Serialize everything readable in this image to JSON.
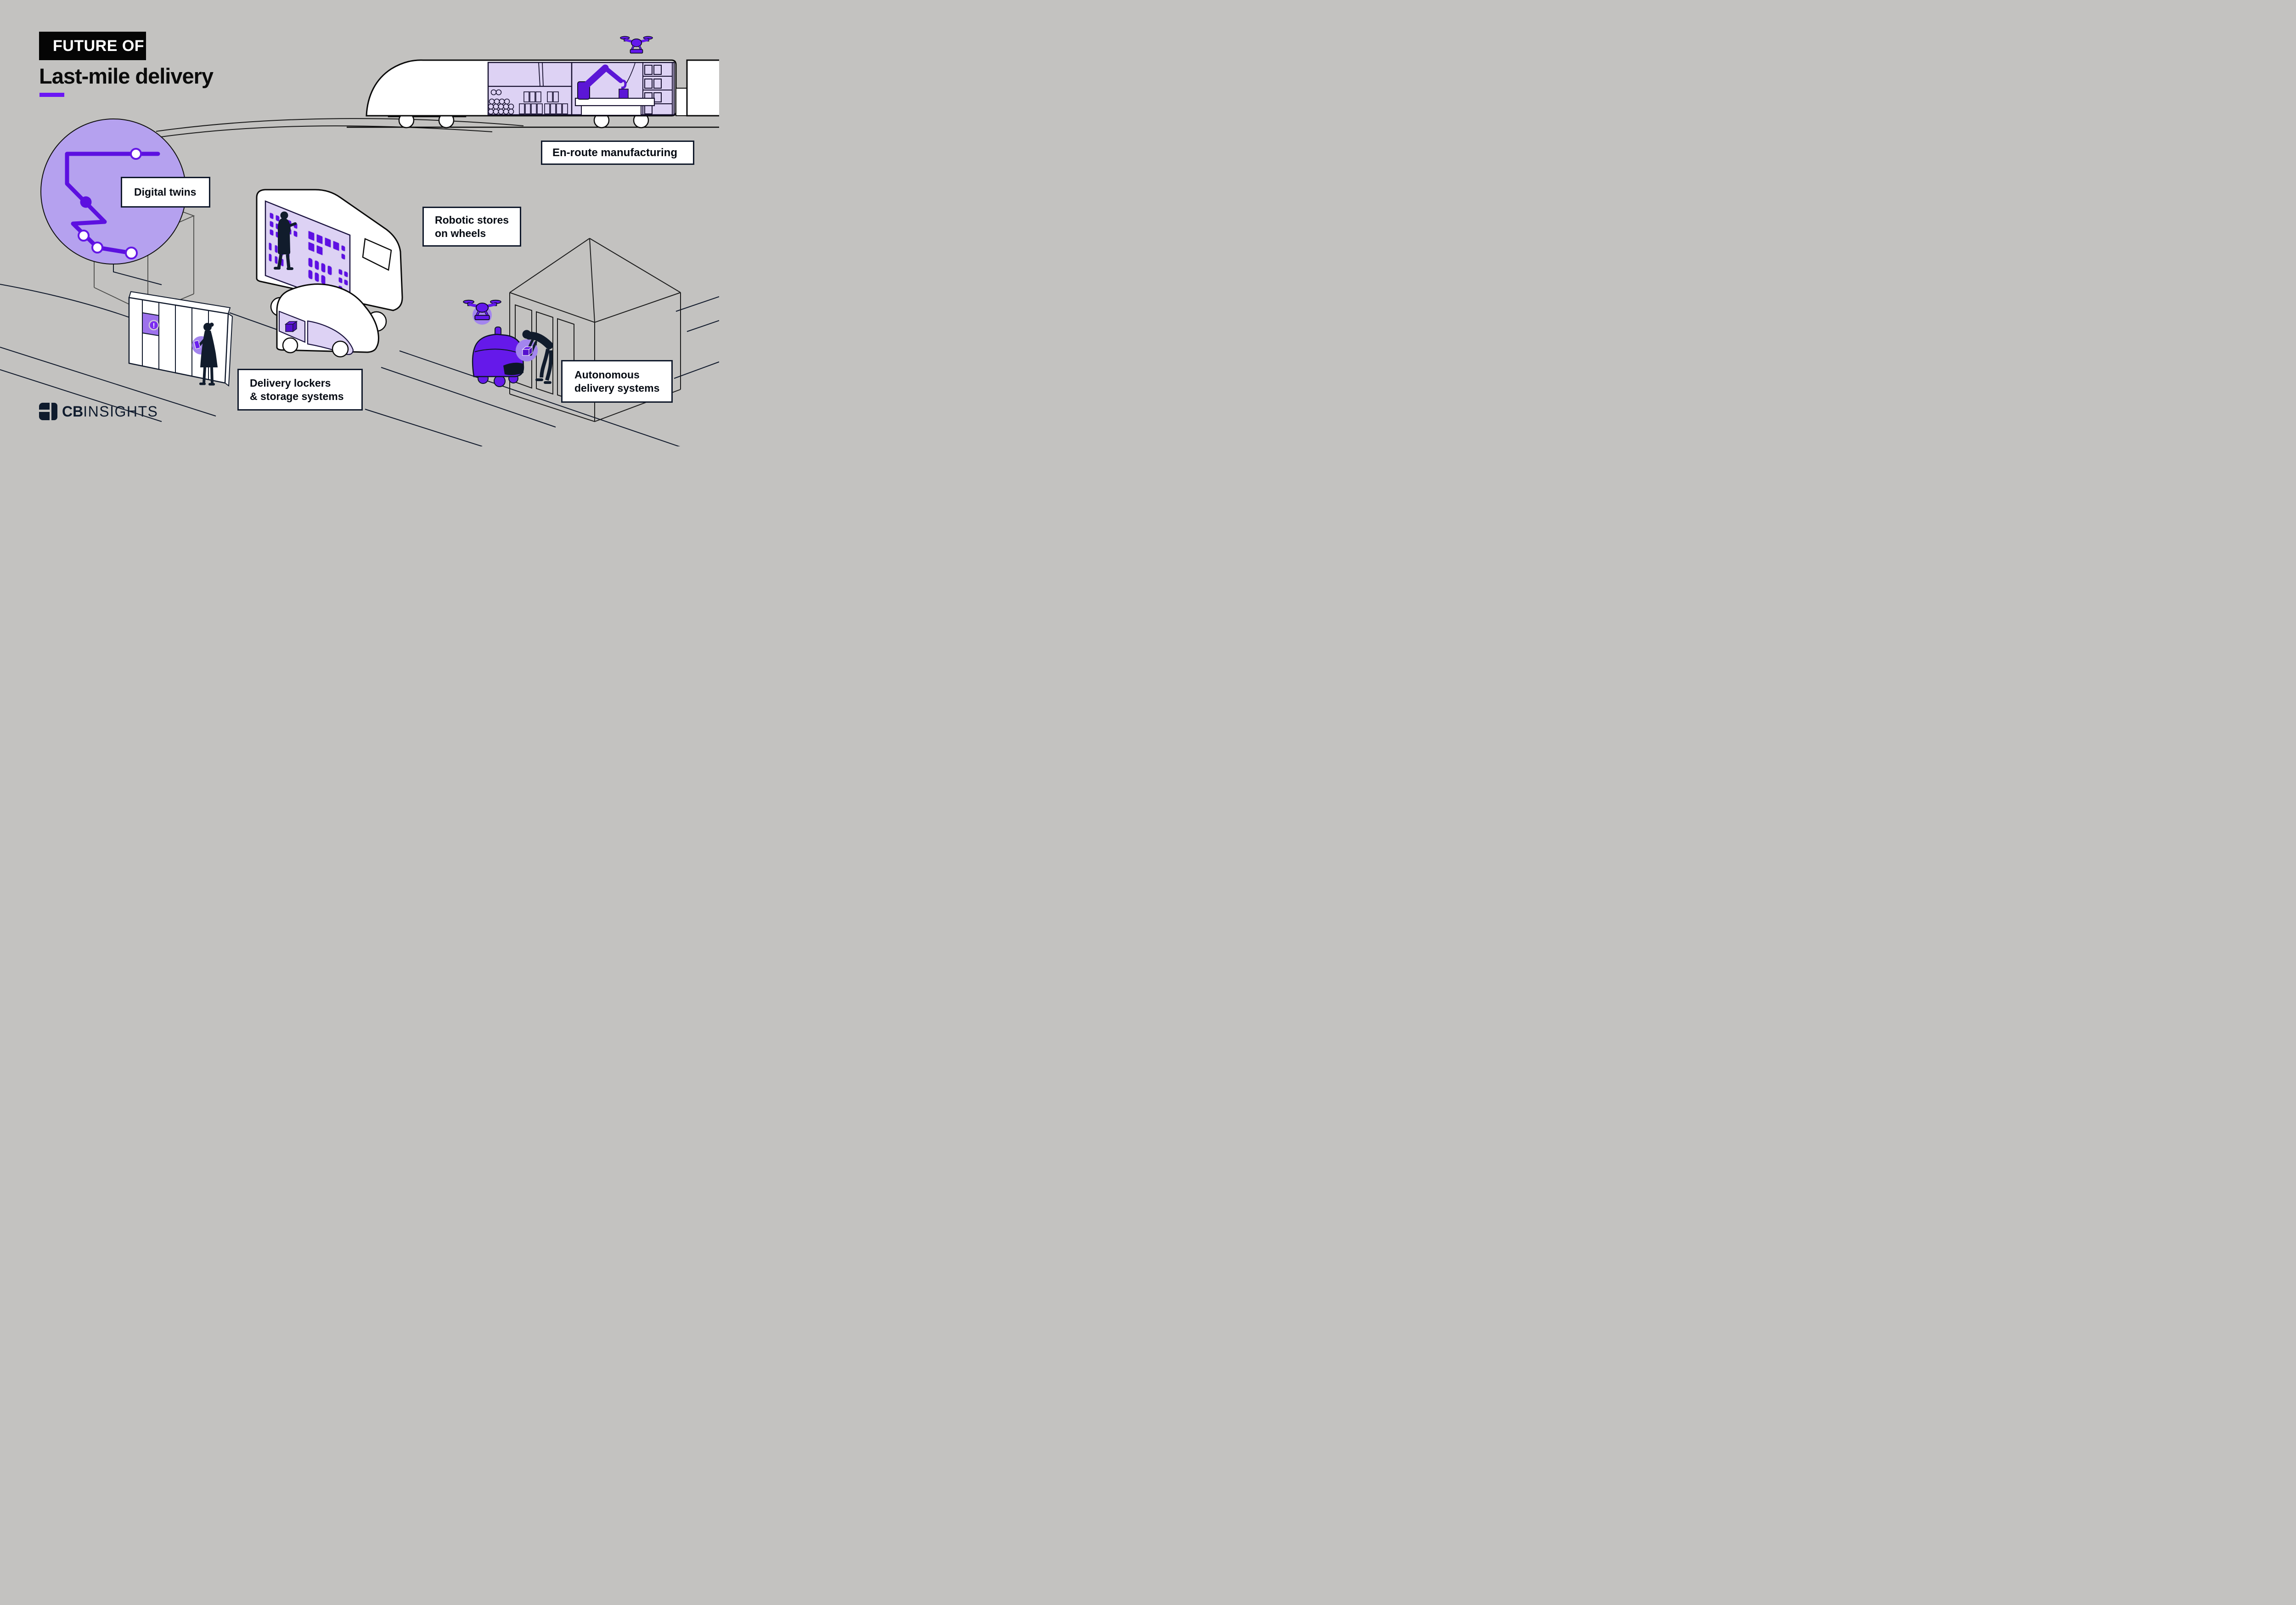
{
  "page": {
    "background": "#c3c2c0",
    "brand": "CB Insights"
  },
  "header": {
    "kicker": "FUTURE OF",
    "title": "Last-mile delivery"
  },
  "callouts": {
    "digital_twins": {
      "label": "Digital twins"
    },
    "en_route": {
      "label": "En-route manufacturing"
    },
    "robotic_stores": {
      "line1": "Robotic stores",
      "line2": "on wheels"
    },
    "delivery_lockers": {
      "line1": "Delivery lockers",
      "line2": "& storage systems"
    },
    "autonomous": {
      "line1": "Autonomous",
      "line2": "delivery systems"
    }
  },
  "footer": {
    "logo_cb": "CB",
    "logo_insights": "INSIGHTS"
  },
  "icons": {
    "alert_glyph": "!",
    "named_shapes": [
      "drone-icon",
      "route-map-icon",
      "robotic-arm-icon",
      "package-icon",
      "smartphone-icon",
      "alert-badge-icon"
    ]
  },
  "colors": {
    "background": "#c3c2c0",
    "ink_navy": "#10192b",
    "accent_purple": "#5e12e3",
    "bright_purple": "#6318ec",
    "pale_purple": "#ddd2f4",
    "circle_purple": "#b5a1ef",
    "panel_purple": "#9d72ec",
    "glow_purple": "#a385ee",
    "underline_purple": "#6b16f5",
    "badge_purple": "#7b2bf0",
    "title_block_bg": "#050505",
    "label_bg": "#ffffff"
  }
}
